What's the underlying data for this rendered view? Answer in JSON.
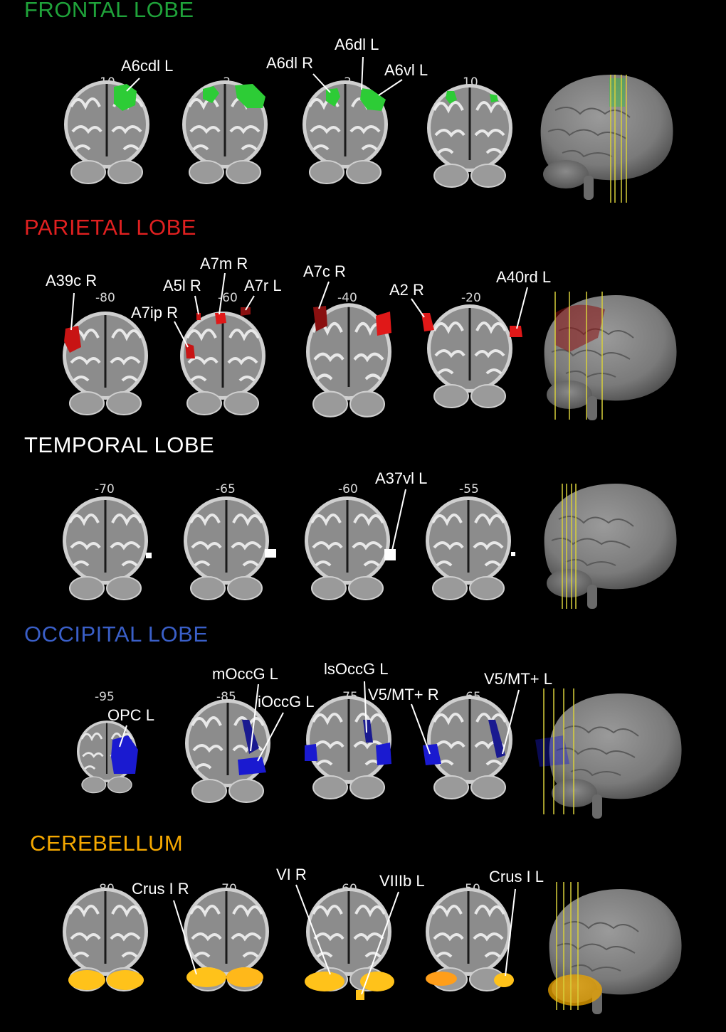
{
  "sections": {
    "frontal": {
      "title": "FRONTAL LOBE",
      "color": "#1fa33a",
      "region_color": "#2dcc36",
      "slice_numbers": [
        "-10",
        "-3",
        "3",
        "10"
      ],
      "labels": [
        "A6cdl L",
        "A6dl R",
        "A6dl L",
        "A6vl L"
      ]
    },
    "parietal": {
      "title": "PARIETAL LOBE",
      "color": "#e02020",
      "region_color": "#c81414",
      "slice_numbers": [
        "-80",
        "-60",
        "-40",
        "-20"
      ],
      "labels": [
        "A39c R",
        "A5l R",
        "A7m R",
        "A7r L",
        "A7ip R",
        "A7c R",
        "A2 R",
        "A40rd L"
      ]
    },
    "temporal": {
      "title": "TEMPORAL LOBE",
      "color": "#ffffff",
      "region_color": "#ffffff",
      "slice_numbers": [
        "-70",
        "-65",
        "-60",
        "-55"
      ],
      "labels": [
        "A37vl L"
      ]
    },
    "occipital": {
      "title": "OCCIPITAL LOBE",
      "color": "#3a5fc8",
      "region_color": "#1a1ad0",
      "slice_numbers": [
        "-95",
        "-85",
        "-75",
        "-65"
      ],
      "labels": [
        "OPC L",
        "mOccG L",
        "iOccG L",
        "lsOccG L",
        "V5/MT+ R",
        "V5/MT+ L"
      ]
    },
    "cerebellum": {
      "title": "CEREBELLUM",
      "color": "#f5a800",
      "region_color": "#ffc21a",
      "slice_numbers": [
        "-80",
        "-70",
        "-60",
        "-50"
      ],
      "labels": [
        "Crus I R",
        "VI R",
        "VIIIb L",
        "Crus I L"
      ]
    }
  },
  "icons": {
    "coronal_slice": "brain-coronal-slice-icon",
    "brain_3d": "brain-lateral-render-icon"
  }
}
